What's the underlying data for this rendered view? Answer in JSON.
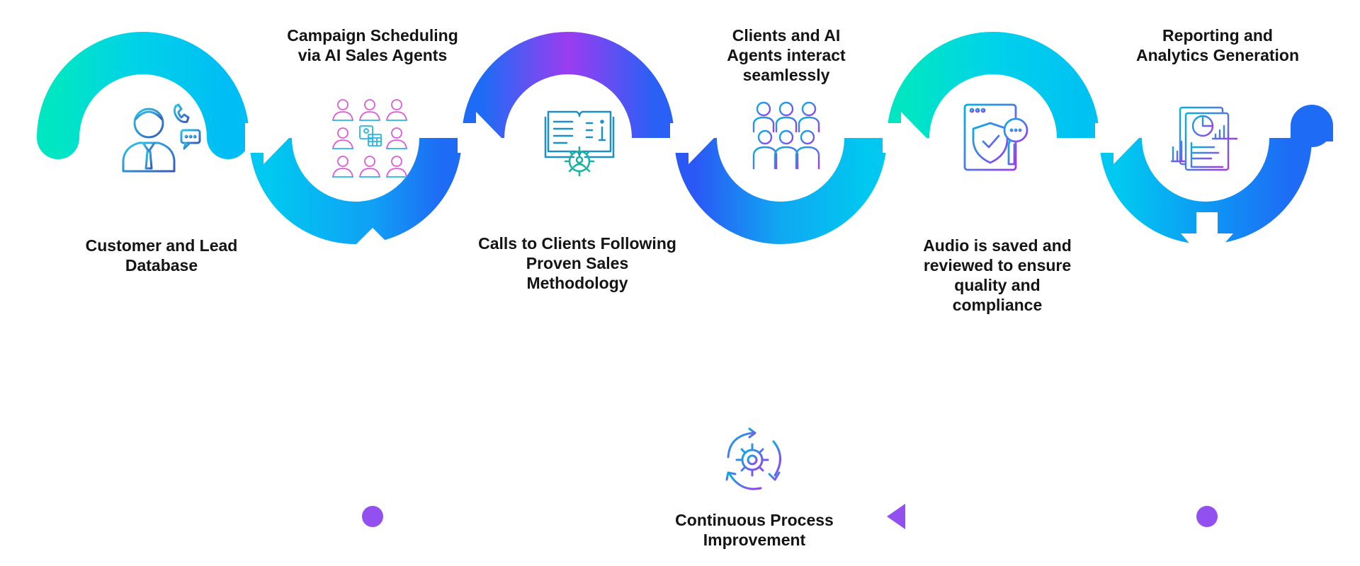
{
  "steps": [
    {
      "id": "database",
      "lines": [
        "Customer and Lead",
        "Database"
      ],
      "icon": "agent-with-phone-icon"
    },
    {
      "id": "scheduling",
      "lines": [
        "Campaign Scheduling",
        "via AI Sales Agents"
      ],
      "icon": "agents-grid-calendar-icon"
    },
    {
      "id": "calls",
      "lines": [
        "Calls to Clients Following",
        "Proven Sales",
        "Methodology"
      ],
      "icon": "book-gear-icon"
    },
    {
      "id": "interact",
      "lines": [
        "Clients and AI",
        "Agents interact",
        "seamlessly"
      ],
      "icon": "group-of-people-icon"
    },
    {
      "id": "audio",
      "lines": [
        "Audio is saved and",
        "reviewed to ensure",
        "quality and",
        "compliance"
      ],
      "icon": "shield-magnifier-icon"
    },
    {
      "id": "reporting",
      "lines": [
        "Reporting and",
        "Analytics Generation"
      ],
      "icon": "report-chart-icon"
    },
    {
      "id": "improvement",
      "lines": [
        "Continuous Process",
        "Improvement"
      ],
      "icon": "cycle-gear-icon"
    }
  ],
  "colors": {
    "teal": "#00e6c3",
    "cyan": "#00c8f0",
    "blue": "#1e6cf5",
    "purple": "#9b3cf0",
    "dot": "#9250f0",
    "text": "#141414"
  }
}
